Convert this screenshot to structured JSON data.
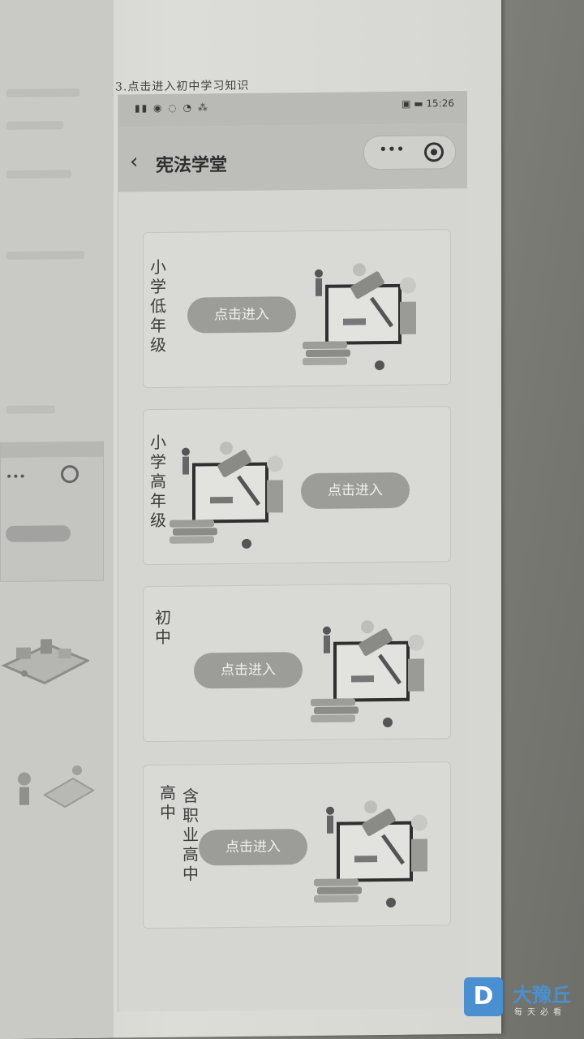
{
  "caption": "3.点击进入初中学习知识",
  "status_bar": {
    "time": "15:26"
  },
  "nav": {
    "back_glyph": "‹",
    "title": "宪法学堂",
    "more_glyph": "•••"
  },
  "cards": [
    {
      "label": "小学低年级",
      "button": "点击进入"
    },
    {
      "label": "小学高年级",
      "button": "点击进入"
    },
    {
      "label": "初中",
      "button": "点击进入"
    },
    {
      "label": "高中",
      "label_sub": "含职业高中",
      "button": "点击进入"
    }
  ],
  "icons": {
    "back": "chevron-left-icon",
    "more": "more-icon",
    "close": "target-icon",
    "illustration": "law-gavel-illustration"
  },
  "watermark": {
    "logo_letter": "D",
    "name": "大豫丘",
    "tagline": "每天必看"
  },
  "colors": {
    "nav_bg": "#bdbdb9",
    "button_bg": "#9c9c99",
    "button_text": "#efefec",
    "watermark": "#4a90d0"
  }
}
